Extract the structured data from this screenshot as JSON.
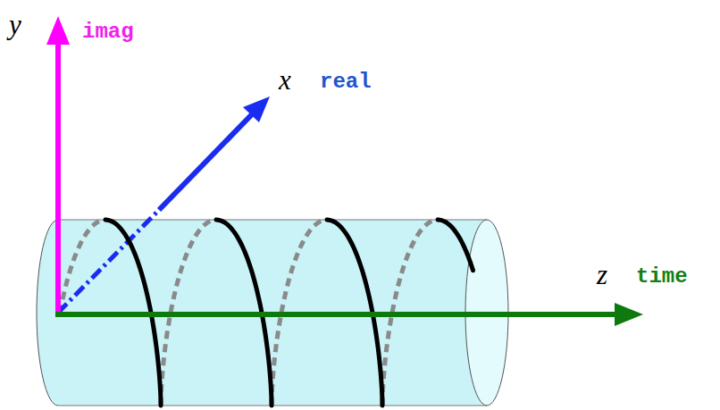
{
  "diagram": {
    "labels": [
      "y",
      "imag",
      "x",
      "real",
      "z",
      "time"
    ]
  }
}
